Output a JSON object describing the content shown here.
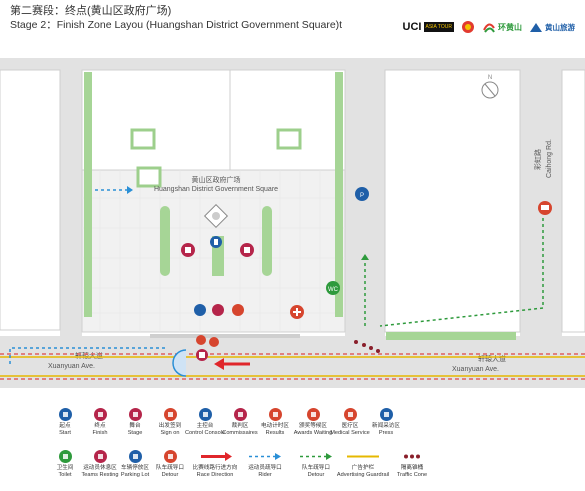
{
  "header": {
    "title_cn": "第二赛段：终点(黄山区政府广场)",
    "title_en": "Stage 2：Finish Zone Layou (Huangshan District Government Square)t"
  },
  "logos": {
    "uci": "UCI",
    "uci_sub": "ASIA TOUR",
    "huangshan": "环黄山",
    "sponsor": "黄山旅游"
  },
  "map": {
    "plaza_cn": "黄山区政府广场",
    "plaza_en": "Huangshan District Government Square",
    "road_main_cn": "轩辕大道",
    "road_main_en": "Xuanyuan Ave.",
    "road_side_cn": "彩虹路",
    "road_side_en": "Caihong Rd."
  },
  "legend": [
    {
      "key": "start",
      "cn": "起点",
      "en": "Start",
      "icon": "start-icon",
      "color": "#1f5fa8"
    },
    {
      "key": "finish",
      "cn": "终点",
      "en": "Finish",
      "icon": "finish-icon",
      "color": "#b5254a"
    },
    {
      "key": "stage",
      "cn": "舞台",
      "en": "Stage",
      "icon": "stage-icon",
      "color": "#b5254a"
    },
    {
      "key": "signon",
      "cn": "出发签到",
      "en": "Sign on",
      "icon": "signon-icon",
      "color": "#d6452e"
    },
    {
      "key": "console",
      "cn": "主控台",
      "en": "Control Console",
      "icon": "console-icon",
      "color": "#1f5fa8"
    },
    {
      "key": "commissaires",
      "cn": "裁判区",
      "en": "Commissaires",
      "icon": "commissaires-icon",
      "color": "#b5254a"
    },
    {
      "key": "results",
      "cn": "电动计时区",
      "en": "Results",
      "icon": "results-icon",
      "color": "#d6452e"
    },
    {
      "key": "awards",
      "cn": "颁奖等候区",
      "en": "Awards Waiting",
      "icon": "awards-icon",
      "color": "#d6452e"
    },
    {
      "key": "medical",
      "cn": "医疗区",
      "en": "Medical Service",
      "icon": "medical-icon",
      "color": "#d6452e"
    },
    {
      "key": "press",
      "cn": "新闻采访区",
      "en": "Press",
      "icon": "press-icon",
      "color": "#1f5fa8"
    },
    {
      "key": "toilet",
      "cn": "卫生间",
      "en": "Toilet",
      "icon": "toilet-icon",
      "color": "#2e9a3c"
    },
    {
      "key": "teams",
      "cn": "运动员休息区",
      "en": "Teams Resting",
      "icon": "teams-icon",
      "color": "#b5254a"
    },
    {
      "key": "parking",
      "cn": "车辆停放区",
      "en": "Parking Lot",
      "icon": "parking-icon",
      "color": "#1f5fa8"
    },
    {
      "key": "detour_exit",
      "cn": "队车疏导口",
      "en": "Detour",
      "icon": "detour-exit-icon",
      "color": "#d6452e"
    },
    {
      "key": "race_dir",
      "cn": "比赛线路行进方向",
      "en": "Race Direction",
      "icon": "red-arrow-icon",
      "color": "#e0262b"
    },
    {
      "key": "rider",
      "cn": "运动员疏导口",
      "en": "Rider",
      "icon": "blue-dash-arrow-icon",
      "color": "#2a8fd6"
    },
    {
      "key": "detour",
      "cn": "队车疏导口",
      "en": "Detour",
      "icon": "green-dash-arrow-icon",
      "color": "#2e9a3c"
    },
    {
      "key": "guardrail",
      "cn": "广告护栏",
      "en": "Advertising Guardrail",
      "icon": "guardrail-icon",
      "color": "#e6b800"
    },
    {
      "key": "cone",
      "cn": "隔离锥桶",
      "en": "Traffic Cone",
      "icon": "cone-icon",
      "color": "#8a1f2b"
    }
  ],
  "colors": {
    "road": "#dedede",
    "plaza": "#eeeeee",
    "green": "#9dcf8c",
    "guardrail_red": "#e06060",
    "guardrail_yellow": "#e6b800"
  }
}
